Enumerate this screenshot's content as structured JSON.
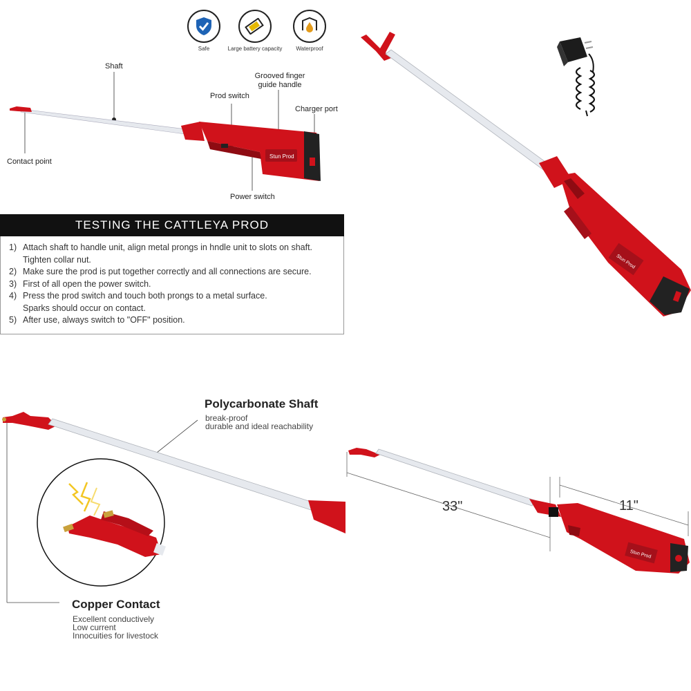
{
  "features": [
    {
      "label": "Safe",
      "icon": "shield-check-icon"
    },
    {
      "label": "Large battery capacity",
      "icon": "battery-icon"
    },
    {
      "label": "Waterproof",
      "icon": "water-drop-icon"
    }
  ],
  "diagram": {
    "shaft": "Shaft",
    "finger_guide_line1": "Grooved finger",
    "finger_guide_line2": "guide handle",
    "prod_switch": "Prod switch",
    "charger_port": "Charger port",
    "contact_point": "Contact point",
    "power_switch": "Power switch",
    "brand_logo": "Stun Prod"
  },
  "instructions": {
    "title": "TESTING THE CATTLEYA PROD",
    "steps": [
      {
        "num": "1)",
        "line1": "Attach shaft to handle unit, align metal prongs in hndle unit to slots on shaft.",
        "line2": "Tighten collar nut."
      },
      {
        "num": "2)",
        "line1": "Make sure the prod is put together correctly and all connections are secure.",
        "line2": ""
      },
      {
        "num": "3)",
        "line1": "First of all open the power switch.",
        "line2": ""
      },
      {
        "num": "4)",
        "line1": "Press the prod switch and touch both prongs to a metal surface.",
        "line2": "Sparks should occur on contact."
      },
      {
        "num": "5)",
        "line1": "After use, always switch to \"OFF\" position.",
        "line2": ""
      }
    ]
  },
  "shaft_feature": {
    "title": "Polycarbonate Shaft",
    "line1": "break-proof",
    "line2": "durable and ideal reachability"
  },
  "contact_feature": {
    "title": "Copper Contact",
    "line1": "Excellent conductively",
    "line2": "Low current",
    "line3": "Innocuities for livestock"
  },
  "dimensions": {
    "shaft_length": "33\"",
    "handle_length": "11\""
  },
  "colors": {
    "prod_red": "#d0121b",
    "prod_dark_red": "#8e0b12",
    "shaft_silver": "#e6e9ee",
    "panel_black": "#111111",
    "brass": "#c9a13c"
  }
}
